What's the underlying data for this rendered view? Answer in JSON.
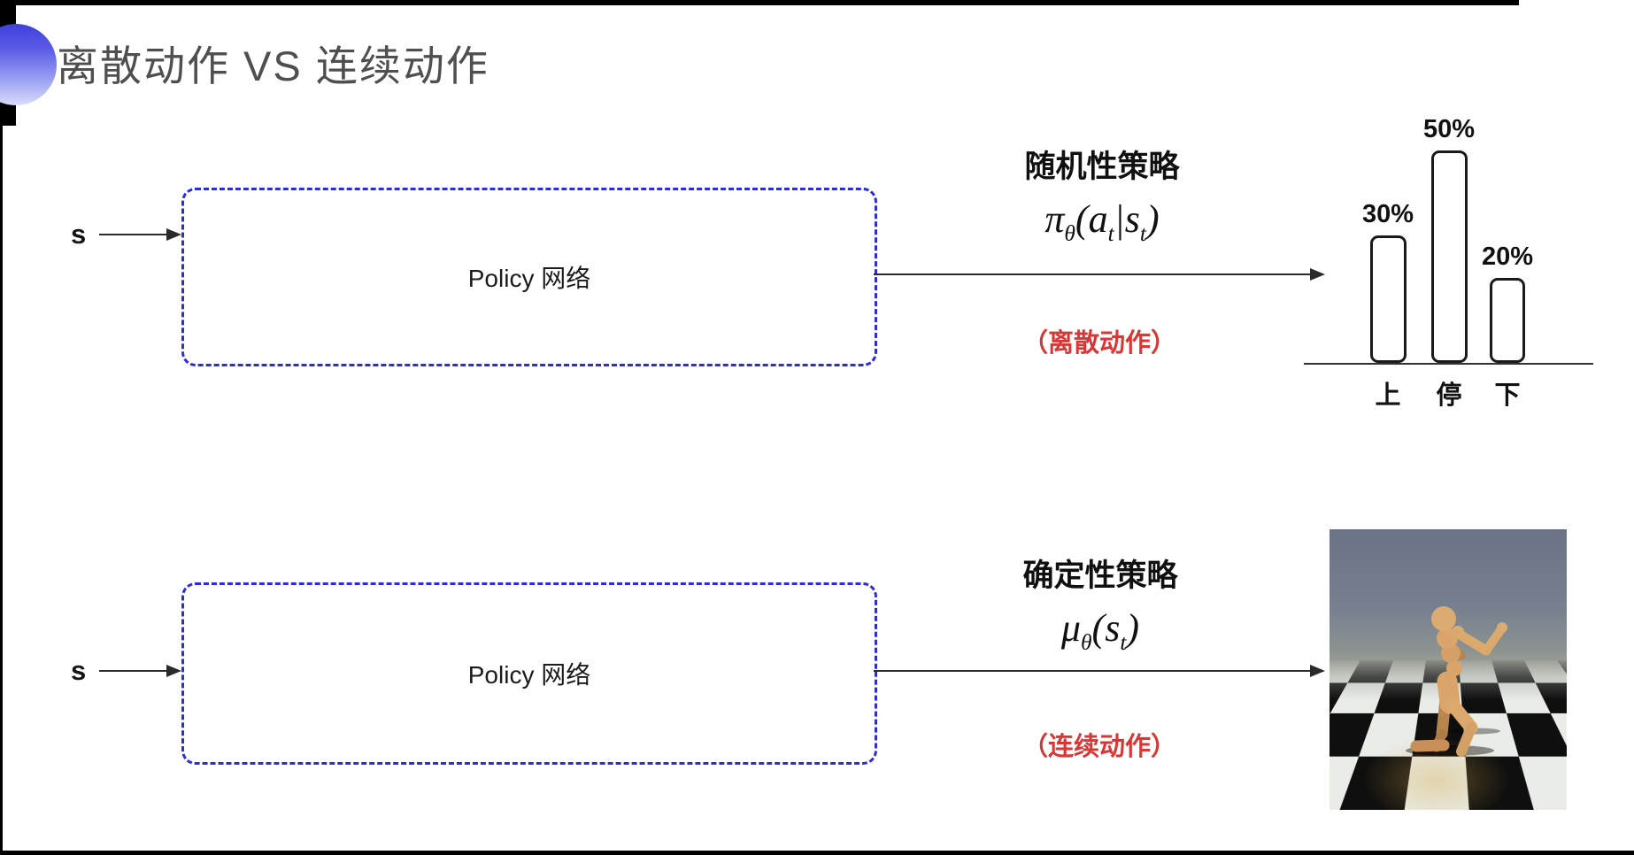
{
  "slide": {
    "title": "离散动作 VS 连续动作"
  },
  "discrete_row": {
    "input_label": "s",
    "box_label": "Policy 网络",
    "policy_title": "随机性策略",
    "formula": {
      "sym": "π",
      "sym_sub": "θ",
      "p1": "(",
      "arg1": "a",
      "arg1_sub": "t",
      "bar": "|",
      "arg2": "s",
      "arg2_sub": "t",
      "p2": ")"
    },
    "action_note": "（离散动作）"
  },
  "continuous_row": {
    "input_label": "s",
    "box_label": "Policy 网络",
    "policy_title": "确定性策略",
    "formula": {
      "sym": "μ",
      "sym_sub": "θ",
      "p1": "(",
      "arg1": "s",
      "arg1_sub": "t",
      "p2": ")"
    },
    "action_note": "（连续动作）",
    "sim_image_description": "MuJoCo humanoid running on black-white checkerboard floor under gray-blue sky"
  },
  "chart_data": {
    "type": "bar",
    "title": "",
    "xlabel": "",
    "ylabel": "",
    "categories": [
      "上",
      "停",
      "下"
    ],
    "values": [
      30,
      50,
      20
    ],
    "value_labels": [
      "30%",
      "50%",
      "20%"
    ],
    "ylim": [
      0,
      60
    ],
    "grid": false,
    "legend": "none",
    "bar_style": "white fill, black rounded outline"
  },
  "colors": {
    "accent_sphere_blue": "#4743e0",
    "dashed_box_blue": "#2d2dd8",
    "note_red": "#d93636",
    "title_gray": "#4f4f4f",
    "arrow_black": "#2a2a2a",
    "humanoid_tan": "#d9a56b",
    "sky_gray_blue": "#6a7386"
  }
}
